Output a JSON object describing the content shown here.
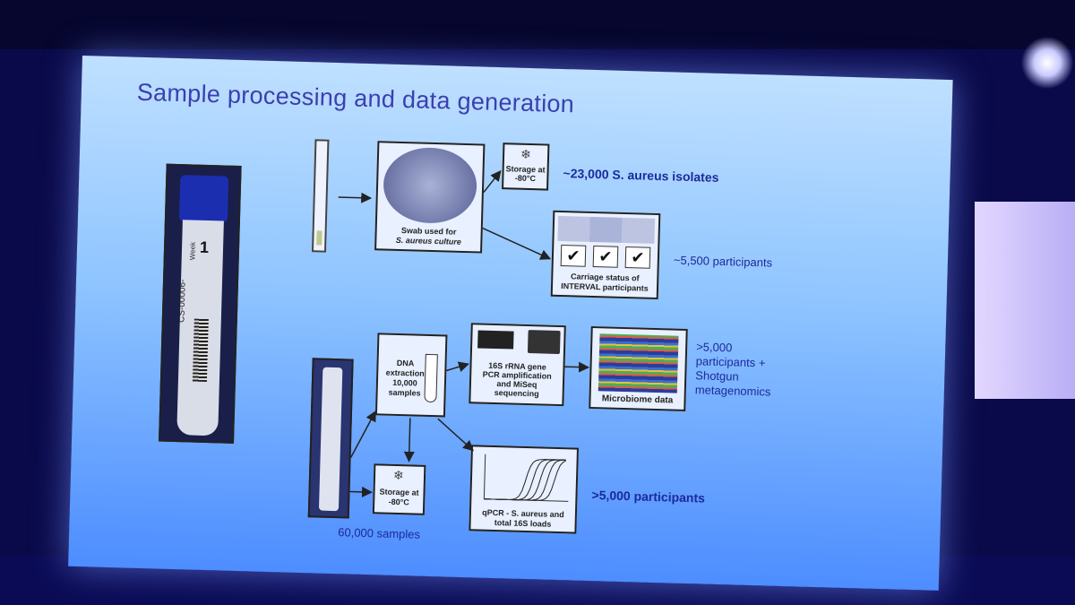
{
  "slide": {
    "title": "Sample processing and data generation",
    "tube_week_label": "Week",
    "tube_week_number": "1",
    "tube_code": "CS-00006-",
    "swab_label_line1": "Swab used for",
    "swab_label_line2": "S. aureus culture",
    "storage_top_line1": "Storage at",
    "storage_top_line2": "-80°C",
    "isolates_text": "~23,000 S. aureus isolates",
    "carriage_line1": "Carriage status of",
    "carriage_line2": "INTERVAL participants",
    "carriage_participants": "~5,500 participants",
    "dna_line1": "DNA",
    "dna_line2": "extraction",
    "dna_line3": "10,000",
    "dna_line4": "samples",
    "seq_line1": "16S rRNA gene",
    "seq_line2": "PCR amplification",
    "seq_line3": "and MiSeq",
    "seq_line4": "sequencing",
    "microbiome_label": "Microbiome data",
    "microbiome_side_line1": ">5,000",
    "microbiome_side_line2": "participants +",
    "microbiome_side_line3": "Shotgun",
    "microbiome_side_line4": "metagenomics",
    "qpcr_line1": "qPCR - S. aureus and",
    "qpcr_line2": "total 16S loads",
    "qpcr_participants": ">5,000 participants",
    "storage_bottom_line1": "Storage at",
    "storage_bottom_line2": "-80°C",
    "samples_text": "60,000 samples"
  },
  "icons": [
    "snowflake-icon",
    "checkmark-icon",
    "arrow-icon"
  ],
  "colors": {
    "title": "#3b3fb0",
    "side_text": "#1b2a9c",
    "background": "#0a0a4a",
    "slide_gradient_top": "#bfe0ff",
    "slide_gradient_bottom": "#4d8dff"
  }
}
